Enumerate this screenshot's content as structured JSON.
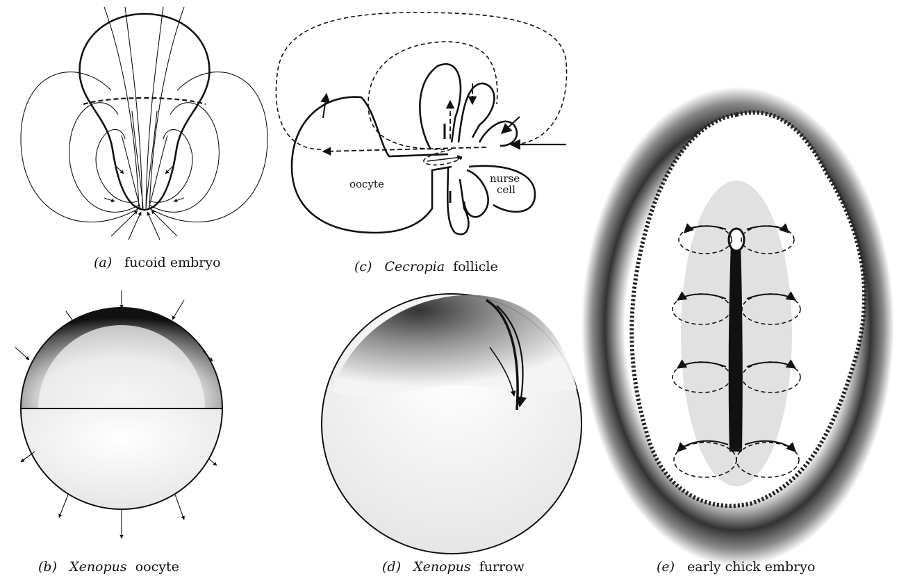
{
  "panels": {
    "a": {
      "label": "(a)",
      "caption": "fucoid embryo"
    },
    "b": {
      "label": "(b)",
      "species": "Xenopus",
      "caption": "oocyte"
    },
    "c": {
      "label": "(c)",
      "species": "Cecropia",
      "caption": "follicle",
      "oocyte_label": "oocyte",
      "nurse_label_1": "nurse",
      "nurse_label_2": "cell"
    },
    "d": {
      "label": "(d)",
      "species": "Xenopus",
      "caption": "furrow"
    },
    "e": {
      "label": "(e)",
      "caption": "early chick embryo"
    }
  },
  "colors": {
    "ink": "#111111",
    "paper": "#ffffff"
  }
}
